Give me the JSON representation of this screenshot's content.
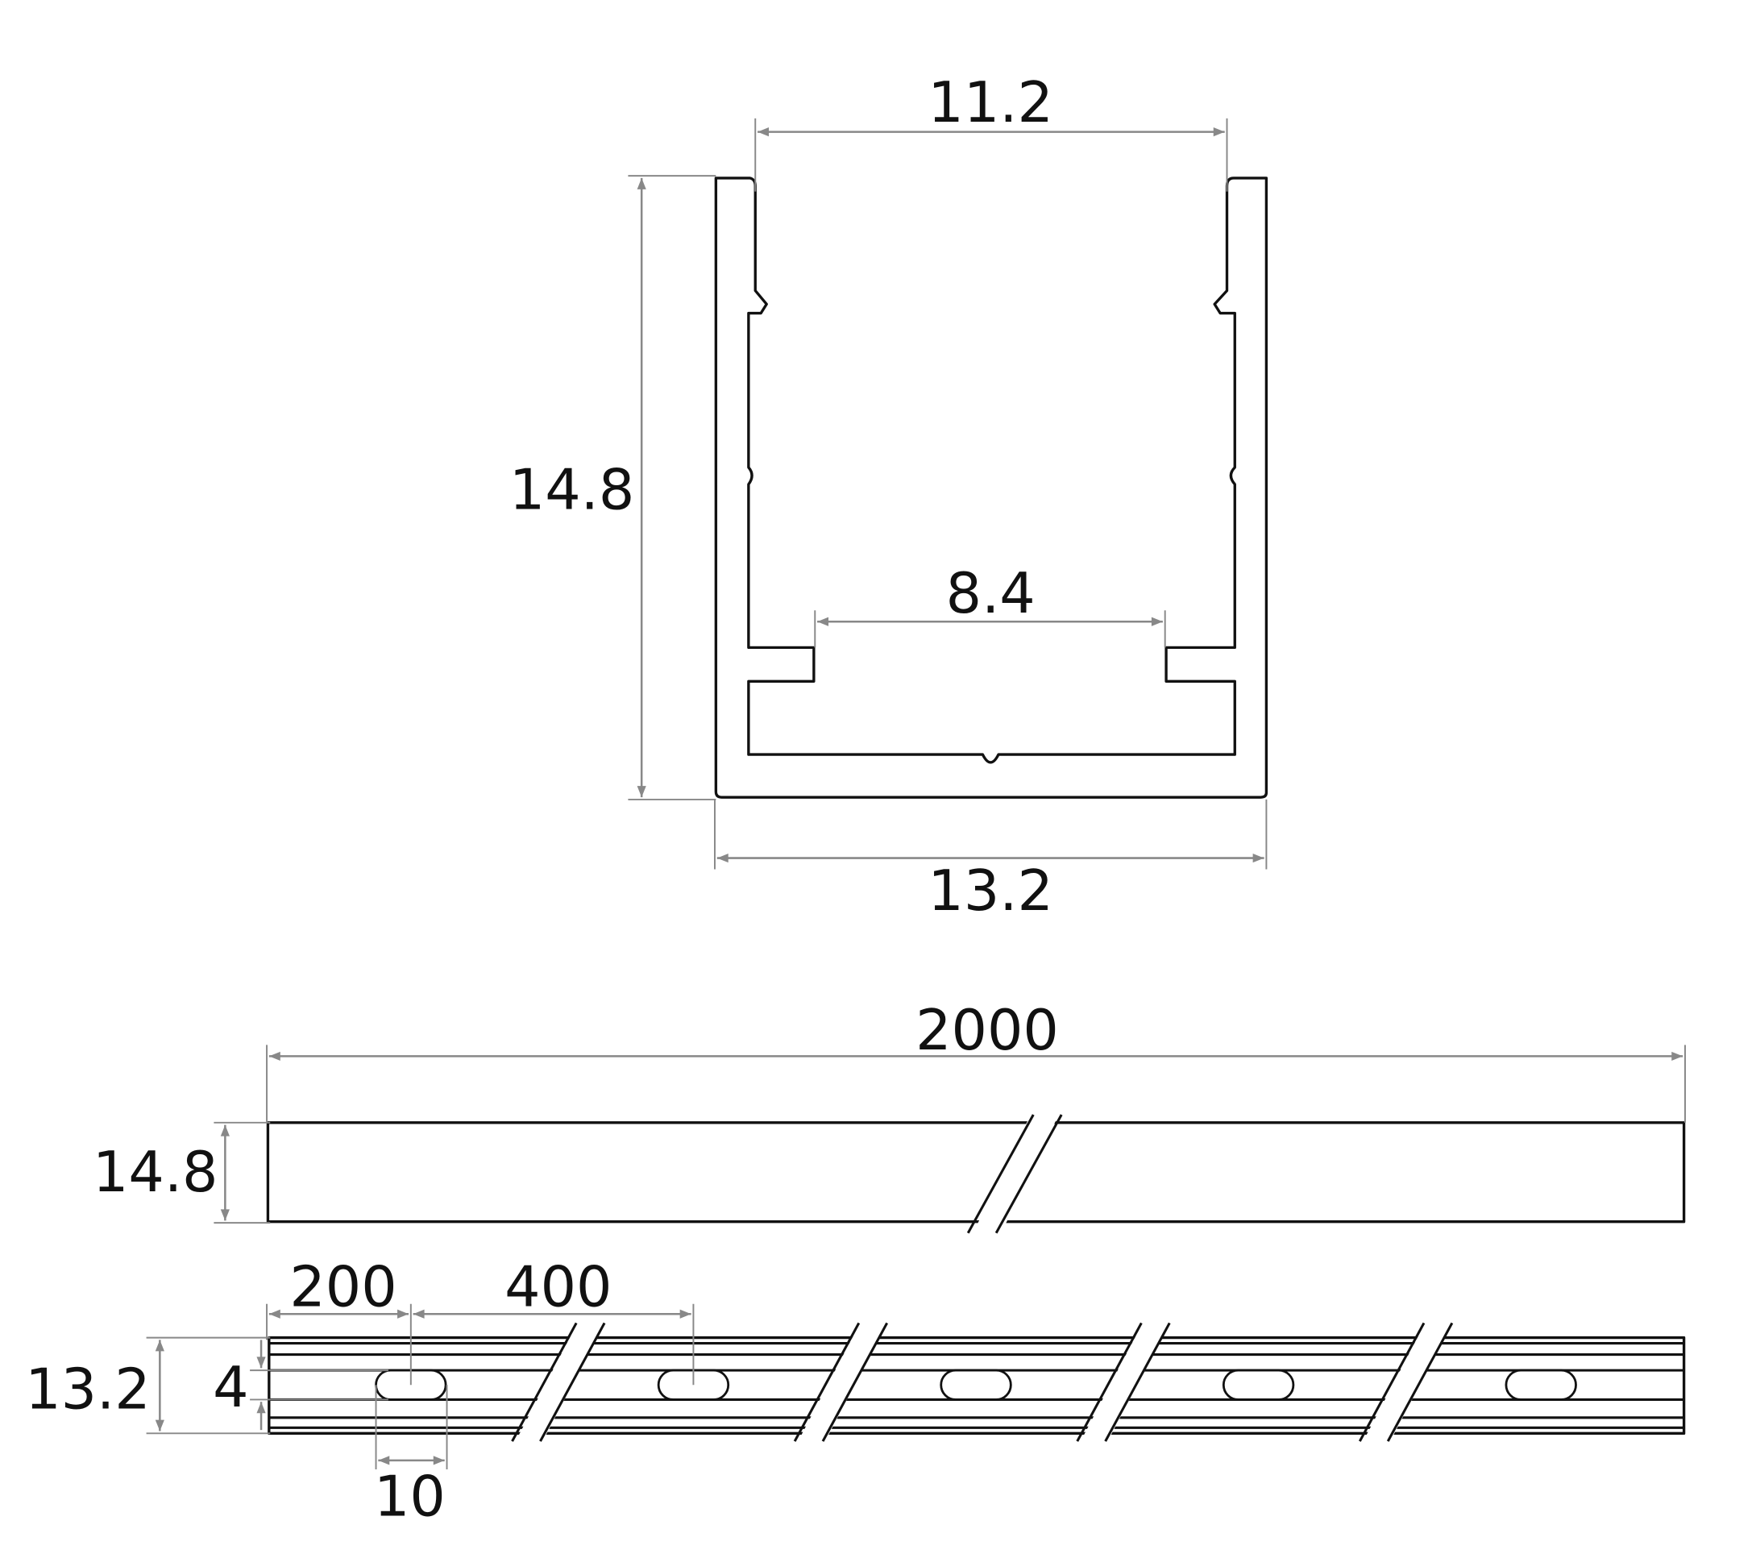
{
  "cross_section": {
    "top_opening_width": "11.2",
    "height": "14.8",
    "inner_base_width": "8.4",
    "outer_width": "13.2"
  },
  "side_view": {
    "length": "2000",
    "height": "14.8"
  },
  "bottom_view": {
    "first_hole_offset": "200",
    "hole_pitch": "400",
    "width": "13.2",
    "hole_width": "4",
    "hole_length": "10"
  },
  "colors": {
    "outline": "#111111",
    "dimension": "#888888"
  }
}
